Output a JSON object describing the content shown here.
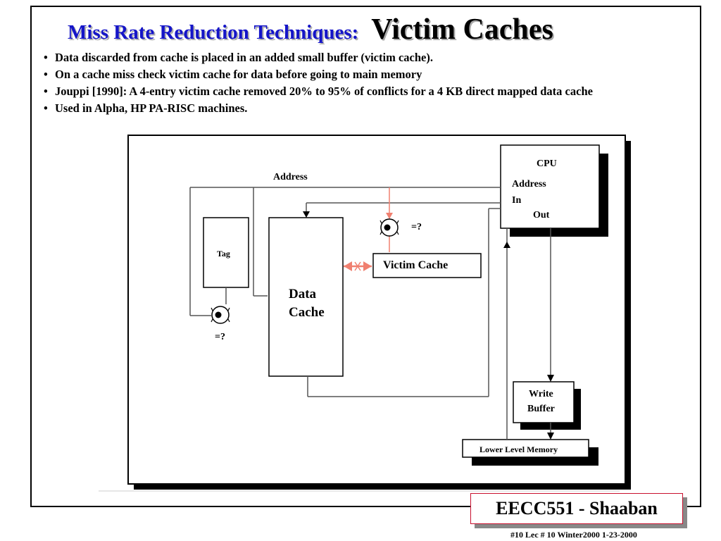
{
  "slide": {
    "title": "Miss Rate Reduction Techniques:",
    "title_accent": "Victim Caches",
    "bullets": [
      "Data discarded from cache is placed  in an added small buffer (victim cache).",
      "On a cache miss check victim cache for data before going to main memory",
      "Jouppi [1990]:  A 4-entry victim cache removed 20% to 95% of conflicts for a 4 KB direct mapped data cache",
      "Used in Alpha, HP PA-RISC machines."
    ]
  },
  "diagram": {
    "cpu": "CPU",
    "cpu_address": "Address",
    "cpu_in": "In",
    "cpu_out": "Out",
    "address_bus": "Address",
    "tag": "Tag",
    "data_cache_line1": "Data",
    "data_cache_line2": "Cache",
    "victim_cache": "Victim Cache",
    "compare_victim": "=?",
    "compare_tag": "=?",
    "write_buffer_line1": "Write",
    "write_buffer_line2": "Buffer",
    "lower_level_memory": "Lower Level Memory"
  },
  "footer": {
    "badge": "EECC551 - Shaaban",
    "meta": "#10   Lec # 10    Winter2000    1-23-2000"
  },
  "colors": {
    "title": "#1515c8",
    "badge_border": "#c8102e",
    "victim_arrow": "#f08070",
    "shadow": "#000000"
  }
}
